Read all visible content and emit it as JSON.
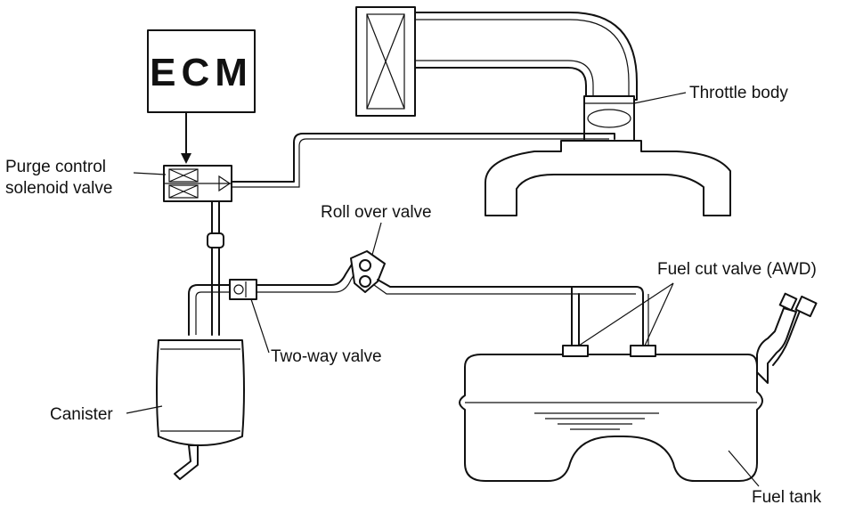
{
  "ecm": {
    "label": "ECM"
  },
  "labels": {
    "throttle_body": "Throttle body",
    "purge_line1": "Purge control",
    "purge_line2": "solenoid valve",
    "roll_over_valve": "Roll over valve",
    "fuel_cut_valve": "Fuel cut valve (AWD)",
    "two_way_valve": "Two-way valve",
    "canister": "Canister",
    "fuel_tank": "Fuel tank"
  }
}
